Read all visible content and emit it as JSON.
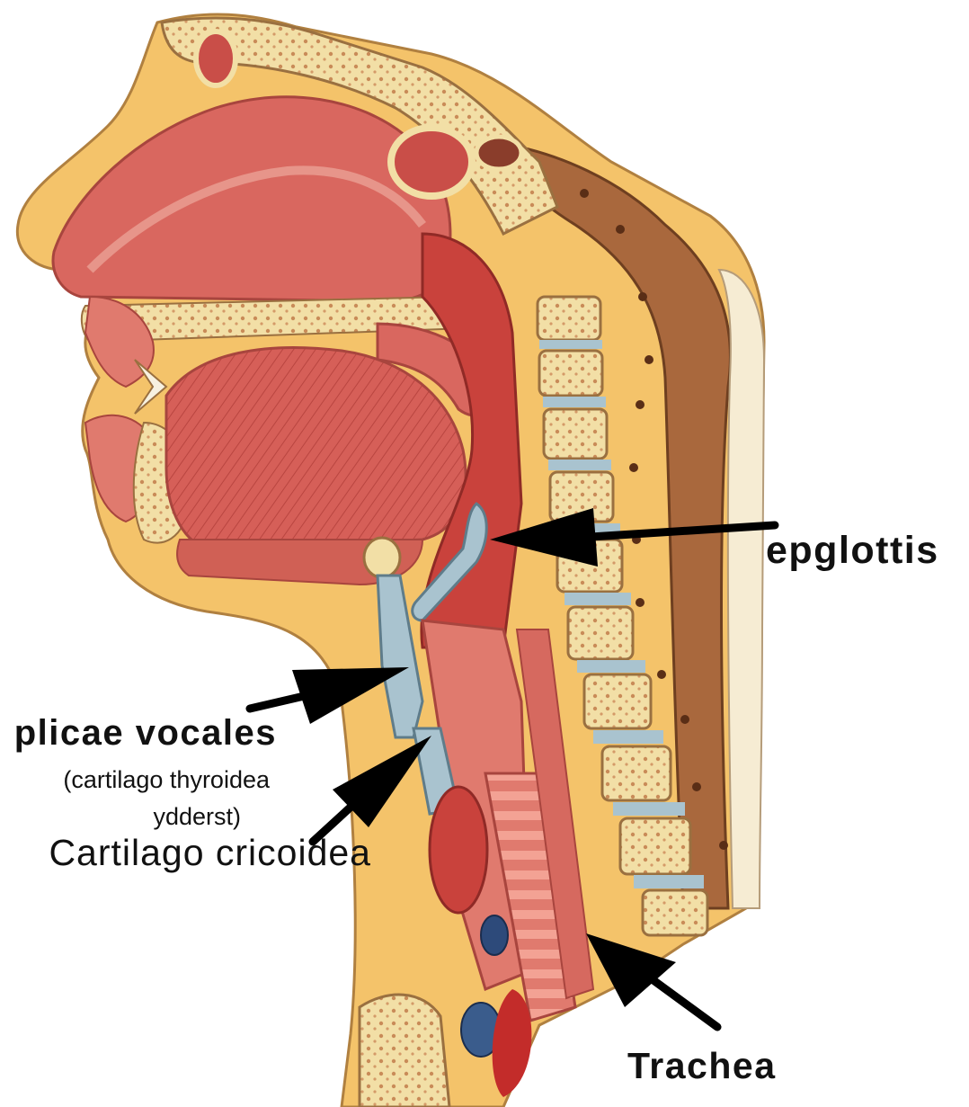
{
  "labels": {
    "epiglottis": "epglottis",
    "plicae_vocales": "plicae vocales",
    "thyroid_line1": "(cartilago thyroidea",
    "thyroid_line2": "ydderst)",
    "cricoid": "Cartilago cricoidea",
    "trachea": "Trachea"
  },
  "colors": {
    "muscle": "#d9675f",
    "muscle_dark": "#b8403d",
    "mucosa": "#e7958a",
    "bone": "#f2dfa6",
    "bone_spots": "#c98b58",
    "cartilage": "#a9c3cf",
    "skin": "#f4c36a",
    "spinal_cord": "#a9683d",
    "arrow": "#000000"
  }
}
